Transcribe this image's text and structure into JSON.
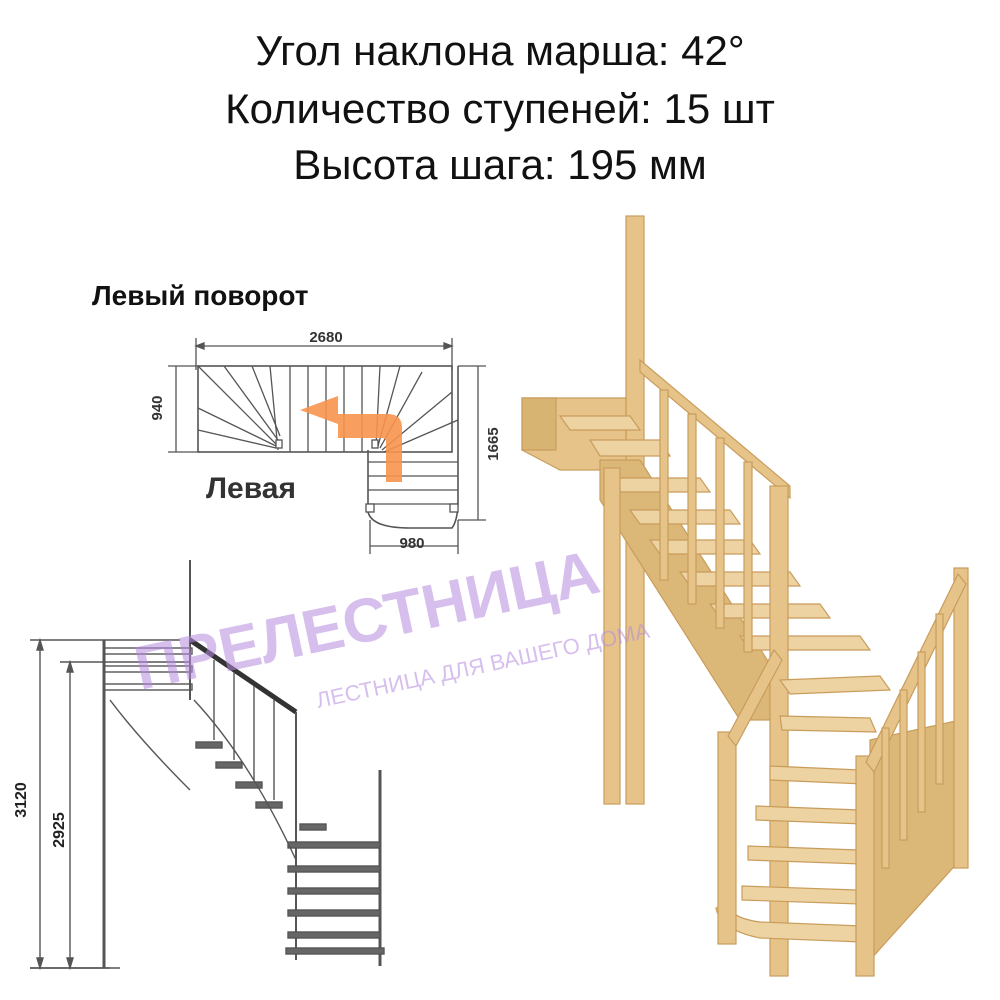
{
  "header": {
    "line1": "Угол наклона марша: 42°",
    "line2": "Количество ступеней: 15 шт",
    "line3": "Высота шага: 195 мм"
  },
  "plan": {
    "title": "Левый поворот",
    "direction_label": "Левая",
    "dim_width": "2680",
    "dim_depth": "940",
    "dim_right": "1665",
    "dim_bottom": "980"
  },
  "elevation": {
    "dim_total_height": "3120",
    "dim_floor_height": "2925"
  },
  "watermark": {
    "brand": "ПРЕЛЕСТНИЦА",
    "tagline": "ЛЕСТНИЦА ДЛЯ ВАШЕГО ДОМА"
  },
  "colors": {
    "arrow": "#f7944d",
    "wood": "#e6c489",
    "wood_dark": "#c99c5b",
    "watermark": "#b58be0",
    "line": "#555555"
  }
}
